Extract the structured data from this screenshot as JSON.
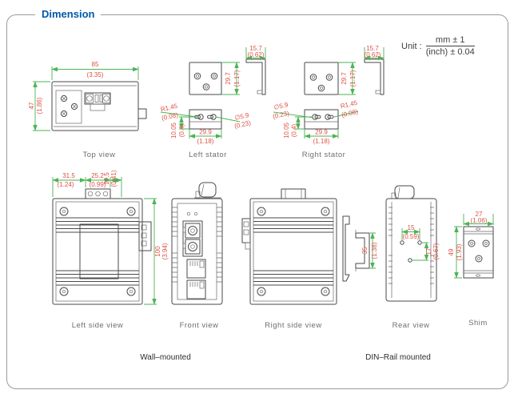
{
  "title": "Dimension",
  "unit": {
    "label": "Unit :",
    "numerator": "mm ± 1",
    "denominator": "(inch) ± 0.04"
  },
  "colors": {
    "accent_blue": "#0059a9",
    "dim_line_green": "#4db356",
    "dim_text_red": "#dc5245",
    "outline_gray": "#4a4a4a",
    "frame_border": "#9a9a9a"
  },
  "views": {
    "top_view": {
      "label": "Top view",
      "width_mm": "85",
      "width_in": "(3.35)",
      "depth_mm": "47",
      "depth_in": "(1.86)"
    },
    "left_stator": {
      "label": "Left stator",
      "flange_mm": "15.7",
      "flange_in": "(0.62)",
      "height_mm": "29.7",
      "height_in": "(1.17)",
      "slot_radius": "R1.45",
      "slot_radius_in": "(0.08)",
      "hole_dia": "∅5.9",
      "hole_dia_in": "(0.23)",
      "slot_span_mm": "29.9",
      "slot_span_in": "(1.18)",
      "slot_offset_mm": "10.05",
      "slot_offset_in": "(0.4)"
    },
    "right_stator": {
      "label": "Right stator",
      "flange_mm": "15.7",
      "flange_in": "(0.62)",
      "height_mm": "29.7",
      "height_in": "(1.17)",
      "slot_radius": "R1.45",
      "slot_radius_in": "(0.08)",
      "hole_dia": "∅5.9",
      "hole_dia_in": "(0.23)",
      "slot_span_mm": "29.9",
      "slot_span_in": "(1.18)",
      "slot_offset_mm": "10.05",
      "slot_offset_in": "(0.4)"
    },
    "left_side_view": {
      "label": "Left side view",
      "seg1_mm": "31.5",
      "seg1_in": "(1.24)",
      "seg2_mm": "25.2",
      "seg2_in": "(0.99)",
      "seg3_mm": "10.5",
      "seg3_in": "(0.41)",
      "height_mm": "100",
      "height_in": "(3.94)"
    },
    "front_view": {
      "label": "Front view"
    },
    "right_side_view": {
      "label": "Right side view"
    },
    "din_clip": {
      "height_mm": "35",
      "height_in": "(1.38)"
    },
    "rear_view": {
      "label": "Rear view",
      "hole_span_mm": "15",
      "hole_span_in": "(0.59)",
      "hole_offset_mm": "17",
      "hole_offset_in": "(0.67)"
    },
    "shim": {
      "label": "Shim",
      "width_mm": "27",
      "width_in": "(1.06)",
      "height_mm": "49",
      "height_in": "(1.93)"
    }
  },
  "mount_labels": {
    "wall": "Wall–mounted",
    "din_rail": "DIN–Rail mounted"
  }
}
